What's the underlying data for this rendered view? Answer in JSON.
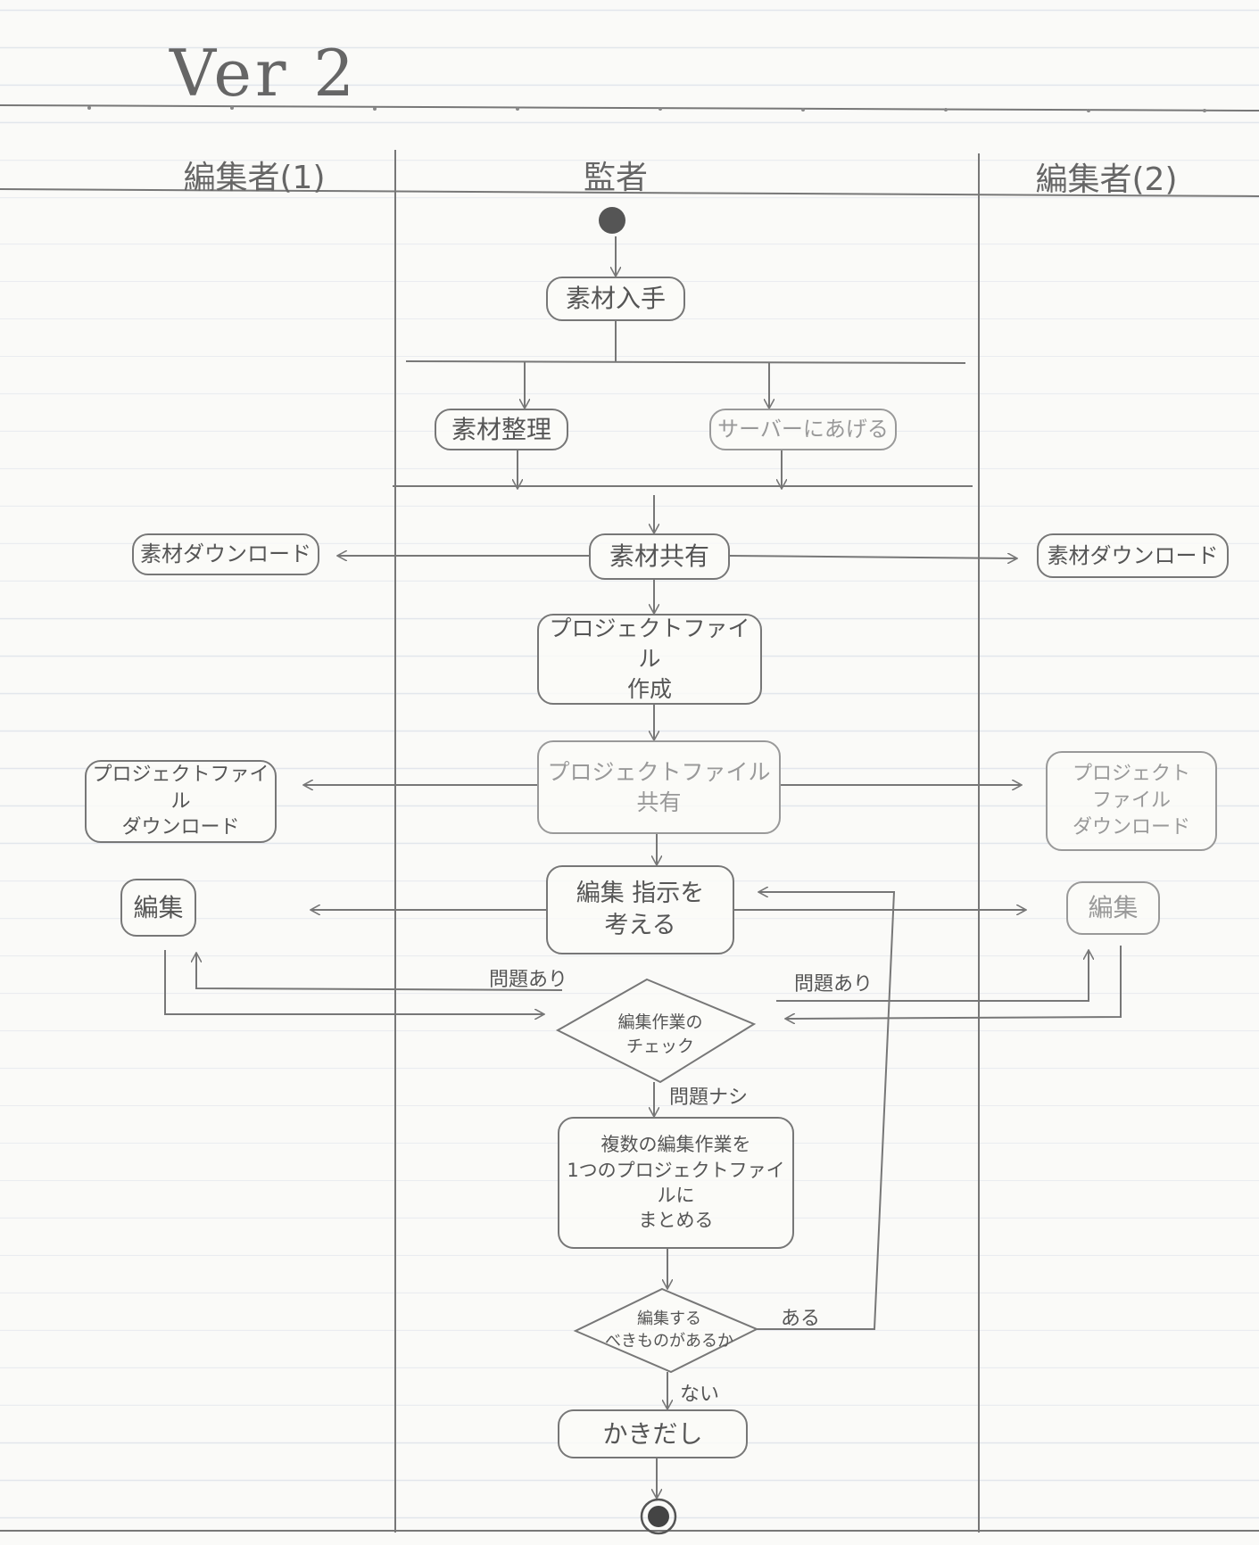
{
  "version_title": "Ver 2",
  "lanes": {
    "left": "編集者(1)",
    "center": "監者",
    "right": "編集者(2)"
  },
  "actions": {
    "get_material": "素材入手",
    "organize_material": "素材整理",
    "upload_server": "サーバーにあげる",
    "share_material": "素材共有",
    "download_material_1": "素材ダウンロード",
    "download_material_2": "素材ダウンロード",
    "create_project_file": "プロジェクトファイル\n作成",
    "share_project_file": "プロジェクトファイル\n共有",
    "download_project_file_1": "プロジェクトファイル\nダウンロード",
    "download_project_file_2": "プロジェクト\nファイル\nダウンロード",
    "think_instructions": "編集 指示を\n考える",
    "edit_1": "編集",
    "edit_2": "編集",
    "merge_edits": "複数の編集作業を\n1つのプロジェクトファイルに\nまとめる",
    "export": "かきだし"
  },
  "decisions": {
    "check_edit": "編集作業の\nチェック",
    "more_to_edit": "編集する\nべきものがあるか"
  },
  "guards": {
    "problem_left": "問題あり",
    "problem_right": "問題あり",
    "no_problem": "問題ナシ",
    "yes": "ある",
    "no": "ない"
  }
}
